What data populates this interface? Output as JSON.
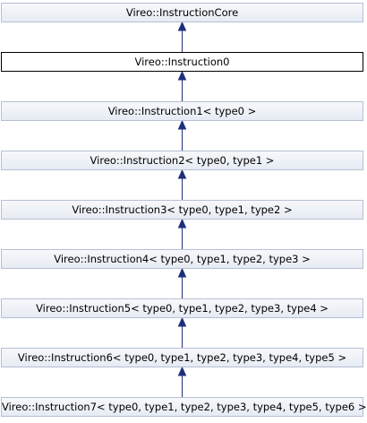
{
  "diagram": {
    "nodes": [
      {
        "id": "core",
        "label": "Vireo::InstructionCore",
        "current": false
      },
      {
        "id": "i0",
        "label": "Vireo::Instruction0",
        "current": true
      },
      {
        "id": "i1",
        "label": "Vireo::Instruction1< type0 >",
        "current": false
      },
      {
        "id": "i2",
        "label": "Vireo::Instruction2< type0, type1 >",
        "current": false
      },
      {
        "id": "i3",
        "label": "Vireo::Instruction3< type0, type1, type2 >",
        "current": false
      },
      {
        "id": "i4",
        "label": "Vireo::Instruction4< type0, type1, type2, type3 >",
        "current": false
      },
      {
        "id": "i5",
        "label": "Vireo::Instruction5< type0, type1, type2, type3, type4 >",
        "current": false
      },
      {
        "id": "i6",
        "label": "Vireo::Instruction6< type0, type1, type2, type3, type4, type5 >",
        "current": false
      },
      {
        "id": "i7",
        "label": "Vireo::Instruction7< type0, type1, type2, type3, type4, type5, type6 >",
        "current": false
      }
    ],
    "edges": [
      {
        "from": "i0",
        "to": "core"
      },
      {
        "from": "i1",
        "to": "i0"
      },
      {
        "from": "i2",
        "to": "i1"
      },
      {
        "from": "i3",
        "to": "i2"
      },
      {
        "from": "i4",
        "to": "i3"
      },
      {
        "from": "i5",
        "to": "i4"
      },
      {
        "from": "i6",
        "to": "i5"
      },
      {
        "from": "i7",
        "to": "i6"
      }
    ],
    "colors": {
      "edge": "#1f2f7a",
      "node_border": "#b5c0d4",
      "current_border": "#000000"
    }
  }
}
